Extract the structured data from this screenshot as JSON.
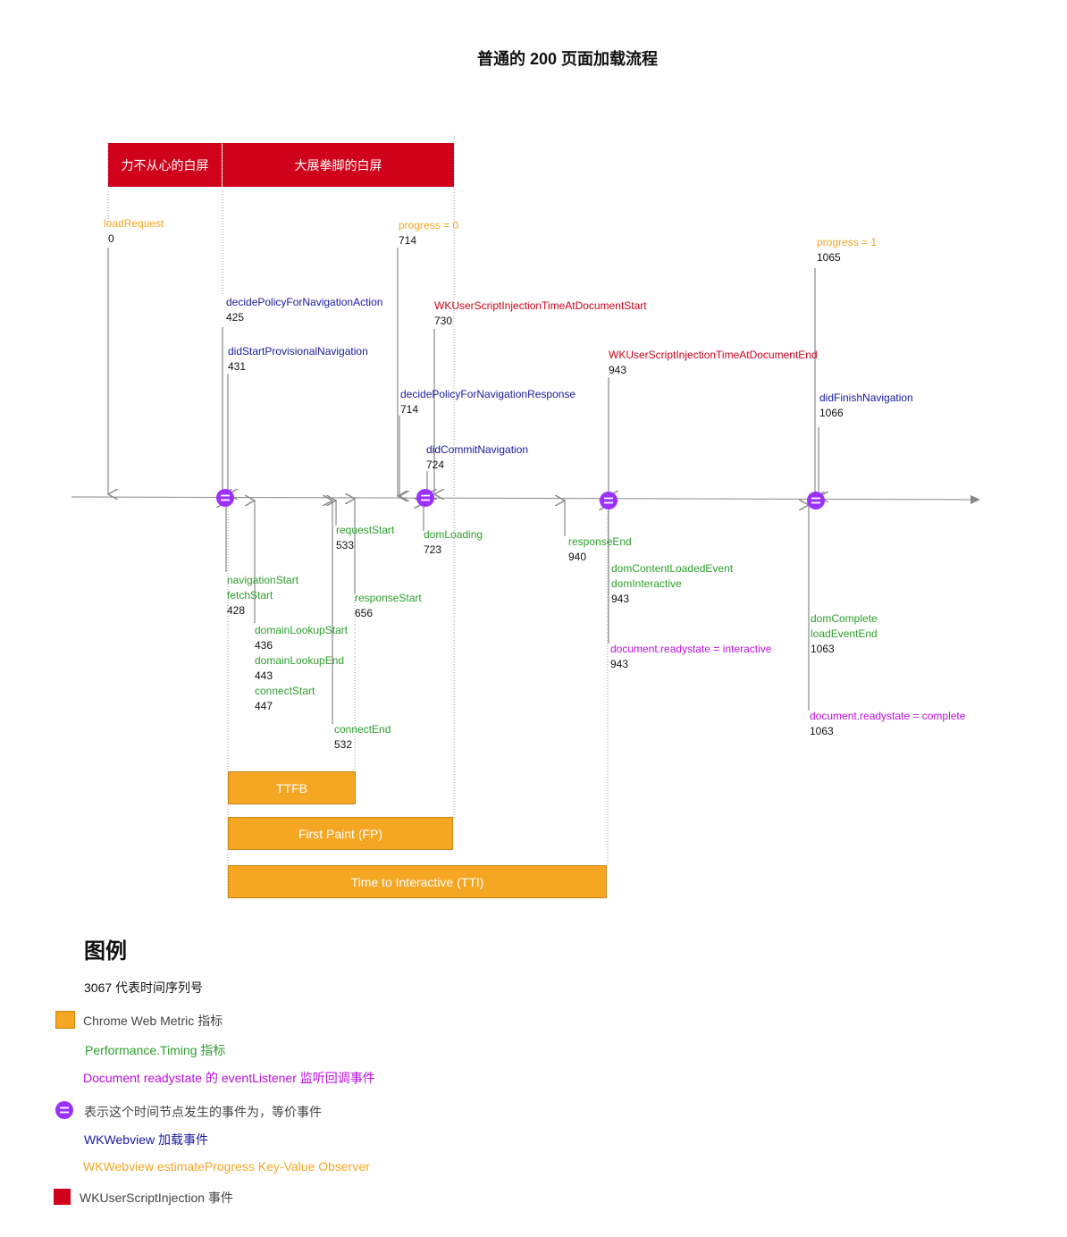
{
  "title": "普通的 200 页面加载流程",
  "colors": {
    "red": "#d0021b",
    "orange": "#f5a623",
    "green": "#2ca02c",
    "purple": "#bd10e0",
    "navy": "#1a1aa0",
    "crimson": "#d0021b",
    "node": "#9b30ff",
    "axis": "#888888"
  },
  "bars": {
    "white1": "力不从心的白屏",
    "white2": "大展拳脚的白屏",
    "ttfb": "TTFB",
    "fp": "First Paint (FP)",
    "tti": "Time to Interactive (TTI)"
  },
  "events_above": {
    "loadRequest": {
      "label": "loadRequest",
      "value": "0"
    },
    "progress0": {
      "label": "progress = 0",
      "value": "714"
    },
    "progress1": {
      "label": "progress = 1",
      "value": "1065"
    },
    "decideAction": {
      "label": "decidePolicyForNavigationAction",
      "value": "425"
    },
    "didStart": {
      "label": "didStartProvisionalNavigation",
      "value": "431"
    },
    "injStart": {
      "label": "WKUserScriptInjectionTimeAtDocumentStart",
      "value": "730"
    },
    "injEnd": {
      "label": "WKUserScriptInjectionTimeAtDocumentEnd",
      "value": "943"
    },
    "decideResponse": {
      "label": "decidePolicyForNavigationResponse",
      "value": "714"
    },
    "didCommit": {
      "label": "didCommitNavigation",
      "value": "724"
    },
    "didFinish": {
      "label": "didFinishNavigation",
      "value": "1066"
    }
  },
  "events_below": {
    "navStart": {
      "label1": "navigationStart",
      "label2": "fetchStart",
      "value": "428"
    },
    "dnsStart": {
      "label": "domainLookupStart",
      "value": "436"
    },
    "dnsEnd": {
      "label": "domainLookupEnd",
      "value": "443"
    },
    "connStart": {
      "label": "connectStart",
      "value": "447"
    },
    "reqStart": {
      "label": "requestStart",
      "value": "533"
    },
    "connEnd": {
      "label": "connectEnd",
      "value": "532"
    },
    "respStart": {
      "label": "responseStart",
      "value": "656"
    },
    "domLoading": {
      "label": "domLoading",
      "value": "723"
    },
    "respEnd": {
      "label": "responseEnd",
      "value": "940"
    },
    "dcl": {
      "label1": "domContentLoadedEvent",
      "label2": "domInteractive",
      "value": "943"
    },
    "rsInteractive": {
      "label": "document.readystate = interactive",
      "value": "943"
    },
    "domComplete": {
      "label1": "domComplete",
      "label2": "loadEventEnd",
      "value": "1063"
    },
    "rsComplete": {
      "label": "document.readystate = complete",
      "value": "1063"
    }
  },
  "legend": {
    "title": "图例",
    "seq": "3067 代表时间序列号",
    "chrome": "Chrome Web Metric 指标",
    "perf": "Performance.Timing 指标",
    "doc": "Document readystate 的 eventListener 监听回调事件",
    "equiv": "表示这个时间节点发生的事件为，等价事件",
    "wk": "WKWebview  加载事件",
    "kvo": "WKWebview estimateProgress Key-Value Observer",
    "inj": "WKUserScriptInjection 事件"
  }
}
